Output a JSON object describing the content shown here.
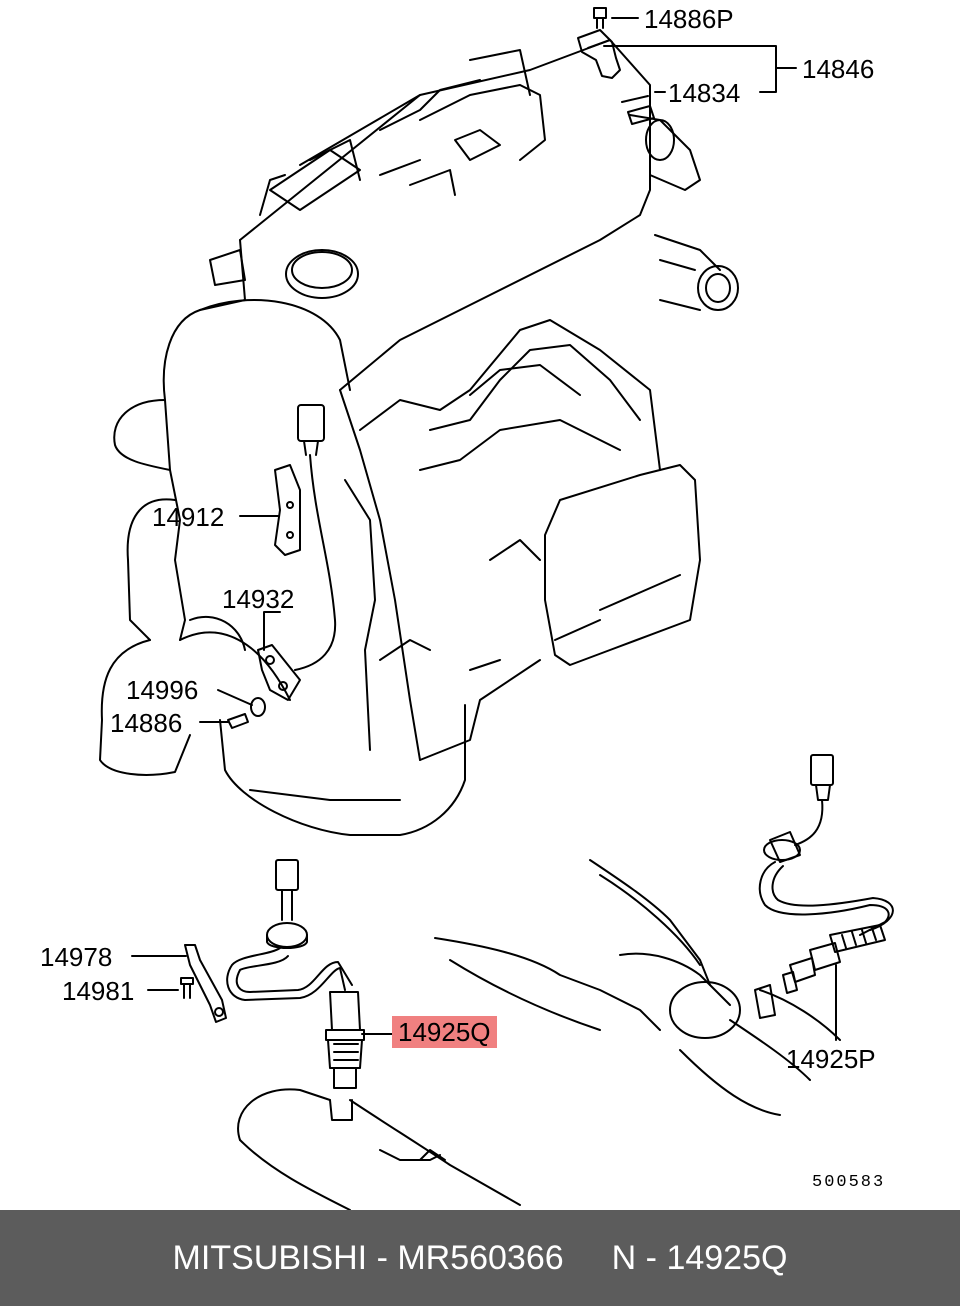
{
  "labels": {
    "p14886P": "14886P",
    "p14846": "14846",
    "p14834": "14834",
    "p14912": "14912",
    "p14932": "14932",
    "p14996": "14996",
    "p14886": "14886",
    "p14978": "14978",
    "p14981": "14981",
    "p14925Q": "14925Q",
    "p14925P": "14925P"
  },
  "highlight_color": "#f08080",
  "doc_number": "500583",
  "footer": {
    "brand_part": "MITSUBISHI - MR560366",
    "ref": "N - 14925Q"
  }
}
